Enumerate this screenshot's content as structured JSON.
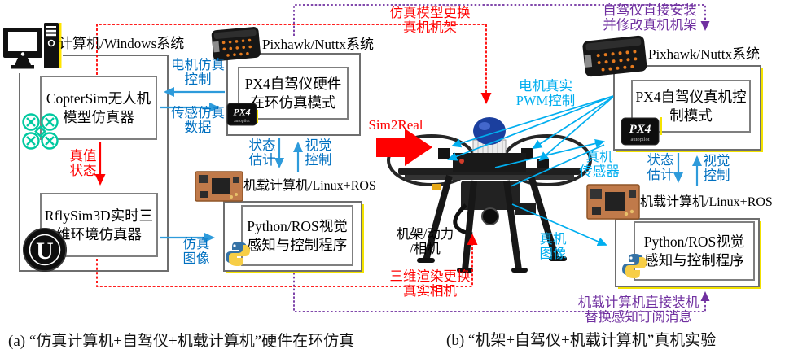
{
  "panel_a": {
    "caption": "(a) “仿真计算机+自驾仪+机载计算机”硬件在环仿真",
    "computer_label": "计算机/Windows系统",
    "coptersim_box": {
      "line1": "CopterSim无人机",
      "line2": "模型仿真器"
    },
    "truth_label": {
      "line1": "真值",
      "line2": "状态"
    },
    "rflysim_box": {
      "line1": "RflySim3D实时三",
      "line2": "维环境仿真器"
    },
    "motor_sim_label": {
      "line1": "电机仿真",
      "line2": "控制"
    },
    "sensor_sim_label": {
      "line1": "传感仿真",
      "line2": "数据"
    },
    "pixhawk_label": "Pixhawk/Nuttx系统",
    "px4_box": {
      "line1": "PX4自驾仪硬件",
      "line2": "在环仿真模式"
    },
    "state_est_label": {
      "line1": "状态",
      "line2": "估计"
    },
    "vision_ctrl_label": {
      "line1": "视觉",
      "line2": "控制"
    },
    "onboard_label": "机载计算机/Linux+ROS",
    "python_box": {
      "line1": "Python/ROS视觉",
      "line2": "感知与控制程序"
    },
    "sim_image_label": {
      "line1": "仿真",
      "line2": "图像"
    }
  },
  "middle": {
    "sim2real": "Sim2Real",
    "model_swap": {
      "line1": "仿真模型更换",
      "line2": "真机机架"
    },
    "render_swap": {
      "line1": "三维渲染更换",
      "line2": "真实相机"
    },
    "frame_label": {
      "line1": "机架/动力",
      "line2": "/相机"
    },
    "pwm_label": {
      "line1": "电机真实",
      "line2": "PWM控制"
    },
    "real_sensor_label": {
      "line1": "真机",
      "line2": "传感器"
    },
    "real_image_label": {
      "line1": "真机",
      "line2": "图像"
    }
  },
  "panel_b": {
    "caption": "(b) “机架+自驾仪+机载计算机”真机实验",
    "install_note": {
      "line1": "自驾仪直接安装",
      "line2": "并修改真机机架"
    },
    "pixhawk_label": "Pixhawk/Nuttx系统",
    "px4_box": {
      "line1": "PX4自驾仪真机控",
      "line2": "制模式"
    },
    "state_est_label": {
      "line1": "状态",
      "line2": "估计"
    },
    "vision_ctrl_label": {
      "line1": "视觉",
      "line2": "控制"
    },
    "onboard_label": "机载计算机/Linux+ROS",
    "python_box": {
      "line1": "Python/ROS视觉",
      "line2": "感知与控制程序"
    },
    "onboard_note": {
      "line1": "机载计算机直接装机",
      "line2": "替换感知订阅消息"
    }
  },
  "logos": {
    "px4": "PX4",
    "px4_sub": "autopilot",
    "unreal": "U"
  },
  "colors": {
    "blue": "#0070C0",
    "cyan": "#00AEEF",
    "red": "#FF0000",
    "purple": "#7030A0",
    "teal_drone": "#00C9A0",
    "line_blue": "#2E9BDB"
  }
}
